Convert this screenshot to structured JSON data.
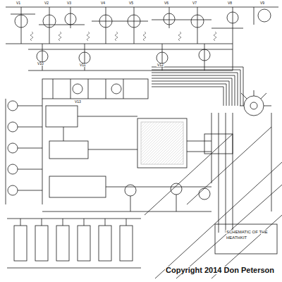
{
  "diagram": {
    "labels": [
      "V1",
      "V2",
      "V3",
      "V4",
      "V5",
      "V6",
      "V7",
      "V8",
      "V9",
      "V10",
      "V11",
      "V12",
      "V13",
      "SCHEMATIC OF THE",
      "HEATHKIT",
      "Copyright 2014 Don Peterson"
    ]
  }
}
